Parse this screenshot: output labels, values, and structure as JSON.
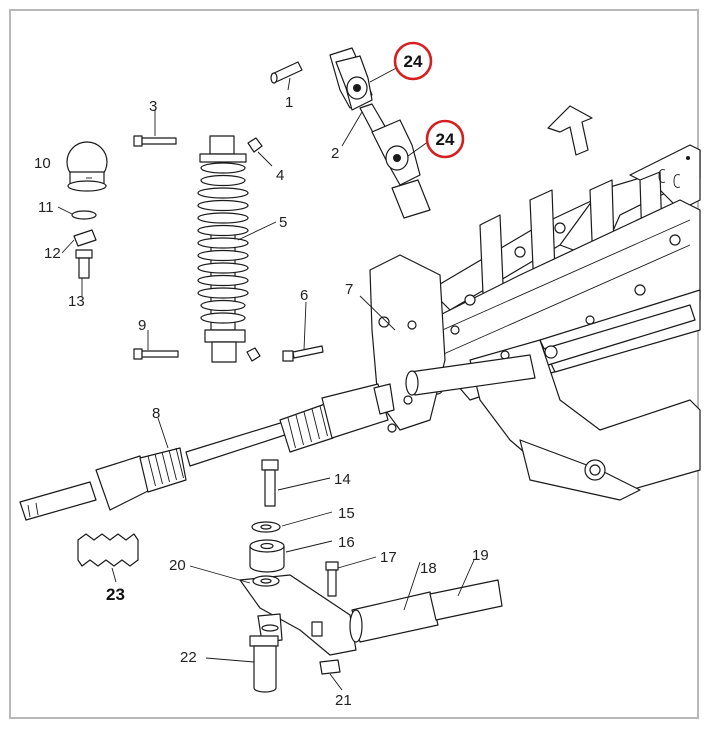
{
  "diagram": {
    "labels": {
      "p1": "1",
      "p2": "2",
      "p3": "3",
      "p4": "4",
      "p5": "5",
      "p6": "6",
      "p7": "7",
      "p8": "8",
      "p9": "9",
      "p10": "10",
      "p11": "11",
      "p12": "12",
      "p13": "13",
      "p14": "14",
      "p15": "15",
      "p16": "16",
      "p17": "17",
      "p18": "18",
      "p19": "19",
      "p20": "20",
      "p21": "21",
      "p22": "22",
      "p23": "23"
    },
    "callouts": {
      "upper": "24",
      "lower": "24"
    },
    "colors": {
      "callout_ring": "#d42020",
      "line": "#1a1a1a",
      "frame": "#b8b8b8"
    }
  }
}
